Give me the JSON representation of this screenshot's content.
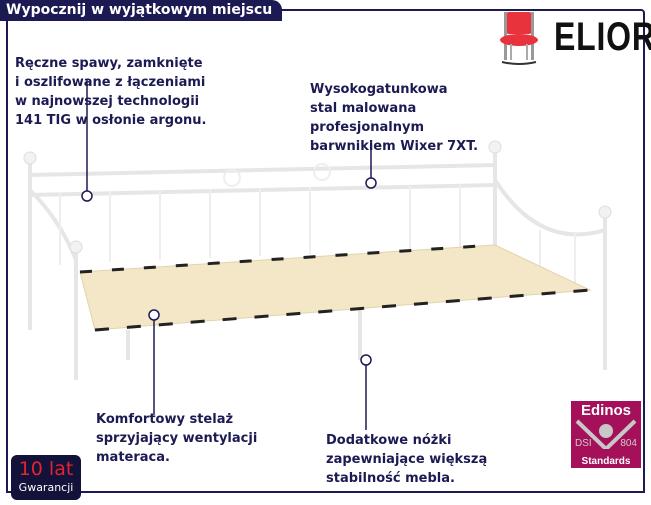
{
  "header": {
    "title": "Wypocznij w wyjątkowym miejscu"
  },
  "logo": {
    "brand": "ELIOR",
    "icon": "red-chair-icon"
  },
  "features": [
    {
      "lines": [
        "Ręczne spawy, zamknięte",
        "i oszlifowane z łączeniami",
        "w najnowszej technologii",
        "141 TIG w osłonie argonu."
      ]
    },
    {
      "lines": [
        "Wysokogatunkowa",
        "stal malowana",
        "profesjonalnym",
        "barwnikiem Wixer 7XT."
      ]
    },
    {
      "lines": [
        "Komfortowy stelaż",
        "sprzyjający wentylacji",
        "materaca."
      ]
    },
    {
      "lines": [
        "Dodatkowe nóżki",
        "zapewniające większą",
        "stabilność mebla."
      ]
    }
  ],
  "warranty": {
    "years": "10 lat",
    "label": "Gwarancji"
  },
  "certificate": {
    "name": "Edinos",
    "left": "DSI",
    "right": "804",
    "bottom": "Standards"
  },
  "colors": {
    "navy": "#1c1a52",
    "red": "#e3232e",
    "magenta": "#a4105a"
  }
}
